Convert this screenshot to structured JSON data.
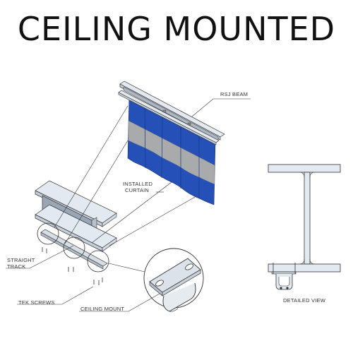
{
  "title": "CEILING MOUNTED",
  "labels": {
    "rsj_beam": "RSJ BEAM",
    "installed_curtain_line1": "INSTALLED",
    "installed_curtain_line2": "CURTAIN",
    "straight_track_line1": "STRAIGHT",
    "straight_track_line2": "TRACK",
    "tek_screws": "TEK SCREWS",
    "ceiling_mount": "CEILING MOUNT",
    "detailed_view": "DETAILED VIEW"
  },
  "colors": {
    "curtain_blue": "#2450b8",
    "curtain_blue_dark": "#1c3f93",
    "curtain_stripe": "#a9aaac",
    "beam_face": "#dfe5ec",
    "beam_side": "#b9c3cf",
    "line": "#333333"
  }
}
